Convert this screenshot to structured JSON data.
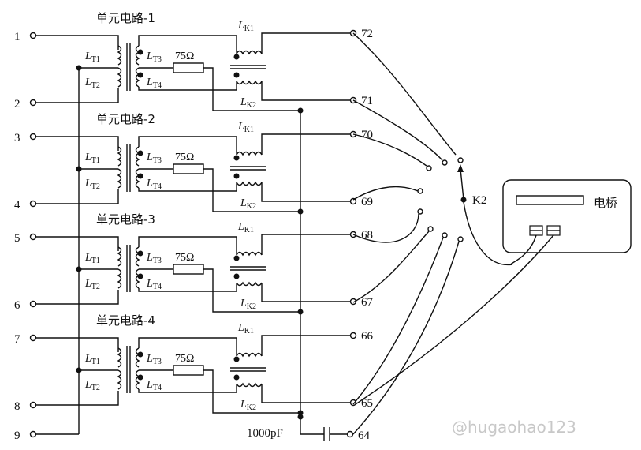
{
  "units": [
    {
      "title": "单元电路-1",
      "in_top": "1",
      "in_bot": "2",
      "out_top": "72",
      "out_bot": "71"
    },
    {
      "title": "单元电路-2",
      "in_top": "3",
      "in_bot": "4",
      "out_top": "70",
      "out_bot": "69"
    },
    {
      "title": "单元电路-3",
      "in_top": "5",
      "in_bot": "6",
      "out_top": "68",
      "out_bot": "67"
    },
    {
      "title": "单元电路-4",
      "in_top": "7",
      "in_bot": "8",
      "out_top": "66",
      "out_bot": "65"
    }
  ],
  "labels": {
    "LT": "L",
    "T1": "T1",
    "T2": "T2",
    "T3": "T3",
    "T4": "T4",
    "LK": "L",
    "K1": "K1",
    "K2": "K2",
    "resistor": "75Ω"
  },
  "terminal_9": "9",
  "terminal_64": "64",
  "capacitor": "1000pF",
  "switch_label": "K2",
  "bridge_label": "电桥",
  "watermark": "@hugaohao123"
}
